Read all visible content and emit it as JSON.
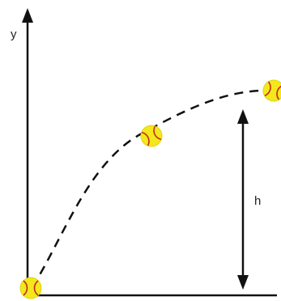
{
  "labels": {
    "y_axis": "y",
    "height": "h"
  },
  "colors": {
    "ball_fill": "#f2e81c",
    "ball_seam": "#c4271f",
    "axis": "#111111",
    "trajectory": "#111111"
  },
  "balls": [
    {
      "name": "ball-at-launch",
      "icon": "softball-icon"
    },
    {
      "name": "ball-mid-flight",
      "icon": "softball-icon"
    },
    {
      "name": "ball-at-peak",
      "icon": "softball-icon"
    }
  ]
}
